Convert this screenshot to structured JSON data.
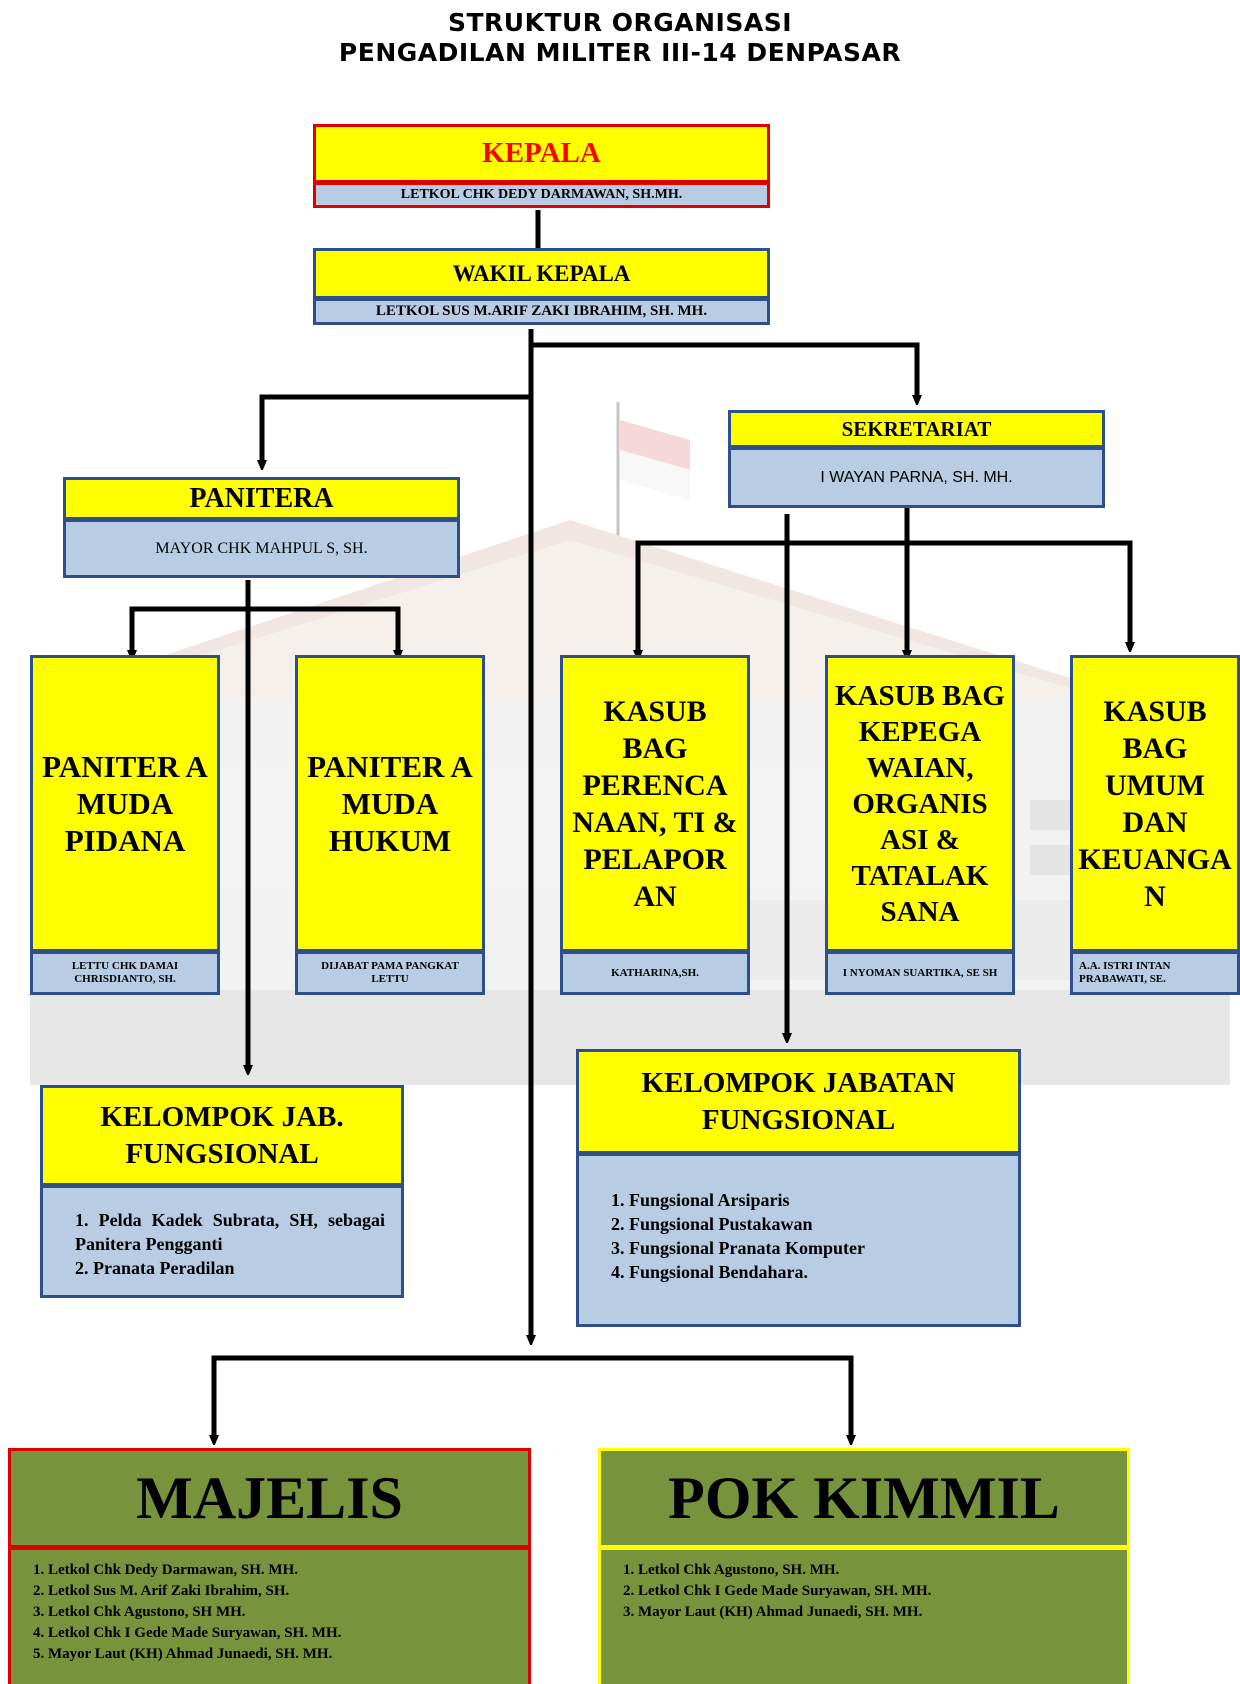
{
  "header": {
    "line1": "STRUKTUR ORGANISASI",
    "line2": "PENGADILAN MILITER III-14 DENPASAR"
  },
  "kepala": {
    "title": "KEPALA",
    "name": "LETKOL CHK DEDY DARMAWAN, SH.MH."
  },
  "wakil": {
    "title": "WAKIL KEPALA",
    "name": "LETKOL SUS M.ARIF ZAKI IBRAHIM,  SH. MH."
  },
  "sekretariat": {
    "title": "SEKRETARIAT",
    "name": "I WAYAN PARNA, SH. MH."
  },
  "panitera": {
    "title": "PANITERA",
    "name": "MAYOR  CHK MAHPUL S, SH."
  },
  "sub_units": [
    {
      "title": "PANITER A MUDA PIDANA",
      "name": "LETTU CHK DAMAI CHRISDIANTO, SH."
    },
    {
      "title": "PANITER A MUDA HUKUM",
      "name": "DIJABAT PAMA PANGKAT LETTU"
    },
    {
      "title": "KASUB BAG PERENCA NAAN, TI & PELAPOR AN",
      "name": "KATHARINA,SH."
    },
    {
      "title": "KASUB BAG KEPEGA WAIAN, ORGANIS ASI & TATALAK SANA",
      "name": "I NYOMAN SUARTIKA, SE SH"
    },
    {
      "title": "KASUB BAG UMUM DAN KEUANGA N",
      "name": "A.A.    ISTRI    INTAN PRABAWATI, SE."
    }
  ],
  "kelompok_left": {
    "title": "KELOMPOK JAB. FUNGSIONAL",
    "items": [
      "1. Pelda Kadek Subrata, SH, sebagai Panitera Pengganti",
      "2. Pranata Peradilan"
    ]
  },
  "kelompok_right": {
    "title": "KELOMPOK JABATAN FUNGSIONAL",
    "items": [
      "1. Fungsional Arsiparis",
      "2. Fungsional Pustakawan",
      "3. Fungsional Pranata Komputer",
      "4. Fungsional Bendahara."
    ]
  },
  "majelis": {
    "title": "MAJELIS",
    "items": [
      "1. Letkol Chk  Dedy Darmawan,  SH. MH.",
      "2. Letkol Sus M. Arif Zaki Ibrahim, SH.",
      "3. Letkol Chk  Agustono, SH MH.",
      "4. Letkol Chk I Gede Made Suryawan, SH. MH.",
      "5. Mayor Laut (KH) Ahmad Junaedi, SH. MH."
    ]
  },
  "pok_kimmil": {
    "title": "POK KIMMIL",
    "items": [
      "1. Letkol Chk Agustono, SH. MH.",
      "2. Letkol Chk I Gede Made Suryawan, SH. MH.",
      "3. Mayor Laut (KH) Ahmad Junaedi, SH. MH."
    ]
  },
  "colors": {
    "yellow": "#ffff00",
    "light_blue": "#b8cce4",
    "olive_green": "#77933c",
    "border_blue": "#2e4f8a",
    "border_red": "#e00000",
    "kepala_text": "#ff0000"
  }
}
